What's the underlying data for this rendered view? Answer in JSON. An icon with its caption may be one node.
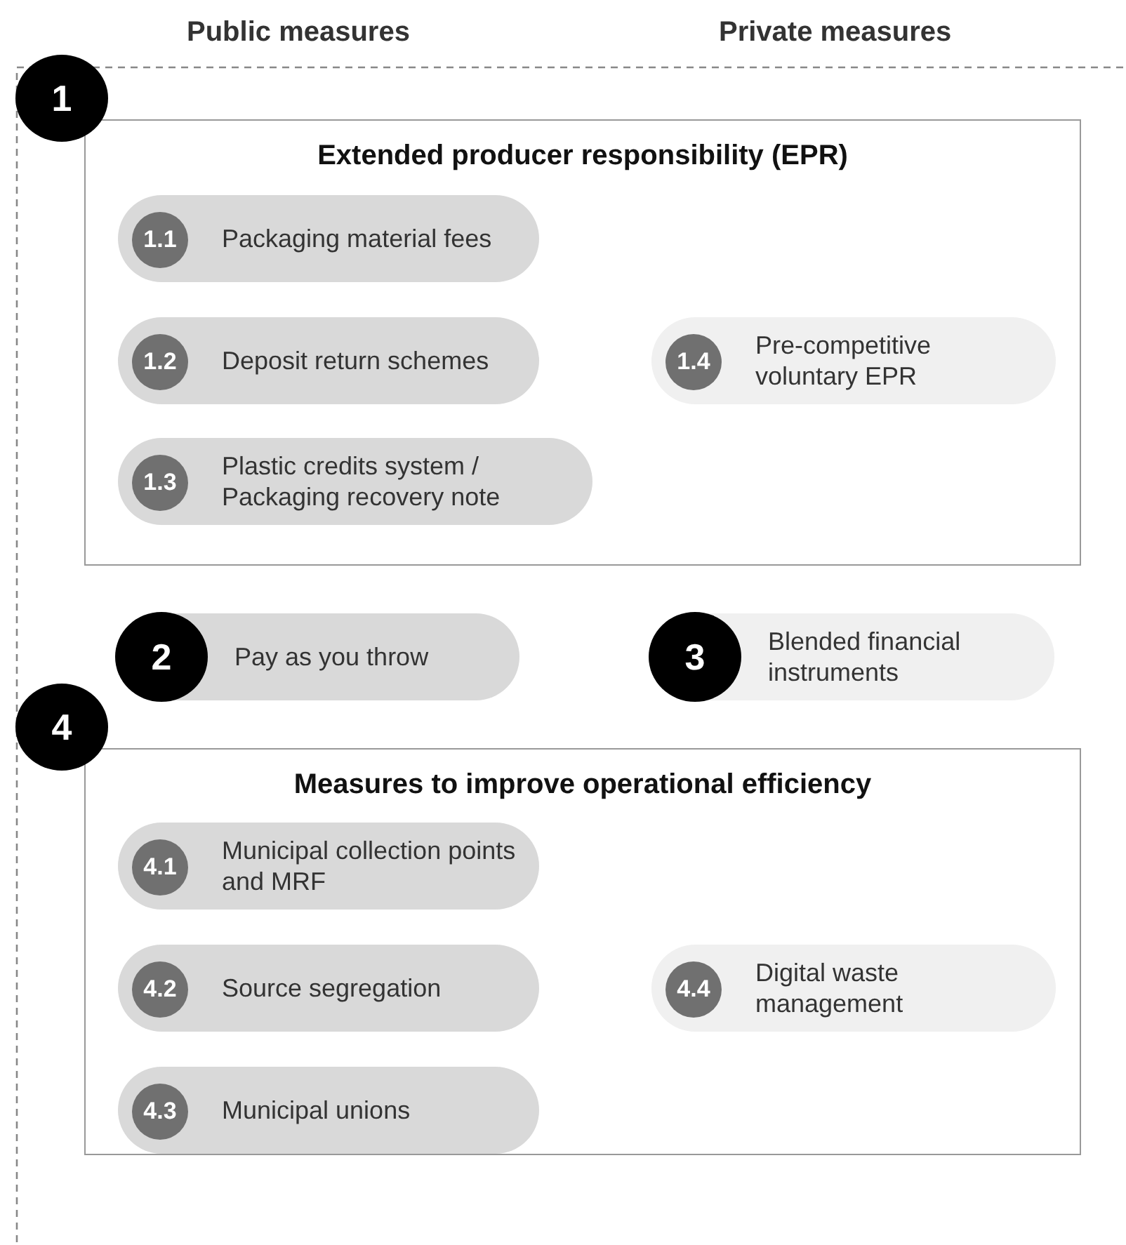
{
  "diagram": {
    "nodes": [
      {
        "text": [
          "1",
          "Extended producer responsibility (EPR)"
        ]
      },
      {
        "text": [
          "1.1",
          "Packaging material fees"
        ],
        "in": 0
      },
      {
        "text": [
          "1.2",
          "Deposit return schemes"
        ],
        "in": 0
      },
      {
        "text": [
          "1.3",
          "Plastic credits system / Packaging recovery note"
        ],
        "in": 0
      },
      {
        "text": [
          "1.4",
          "Pre-competitive voluntary EPR"
        ],
        "in": 0
      },
      {
        "text": [
          "2",
          "Pay as you throw"
        ]
      },
      {
        "text": [
          "3",
          "Blended financial instruments"
        ]
      },
      {
        "text": [
          "4",
          "Measures to improve operational efficiency"
        ]
      },
      {
        "text": [
          "4.1",
          "Municipal collection points and MRF"
        ],
        "in": 7
      },
      {
        "text": [
          "4.2",
          "Source segregation"
        ],
        "in": 7
      },
      {
        "text": [
          "4.3",
          "Municipal unions"
        ],
        "in": 7
      },
      {
        "text": [
          "4.4",
          "Digital waste management"
        ],
        "in": 7
      }
    ],
    "labels": [
      "Public measures",
      "Private measures"
    ]
  }
}
